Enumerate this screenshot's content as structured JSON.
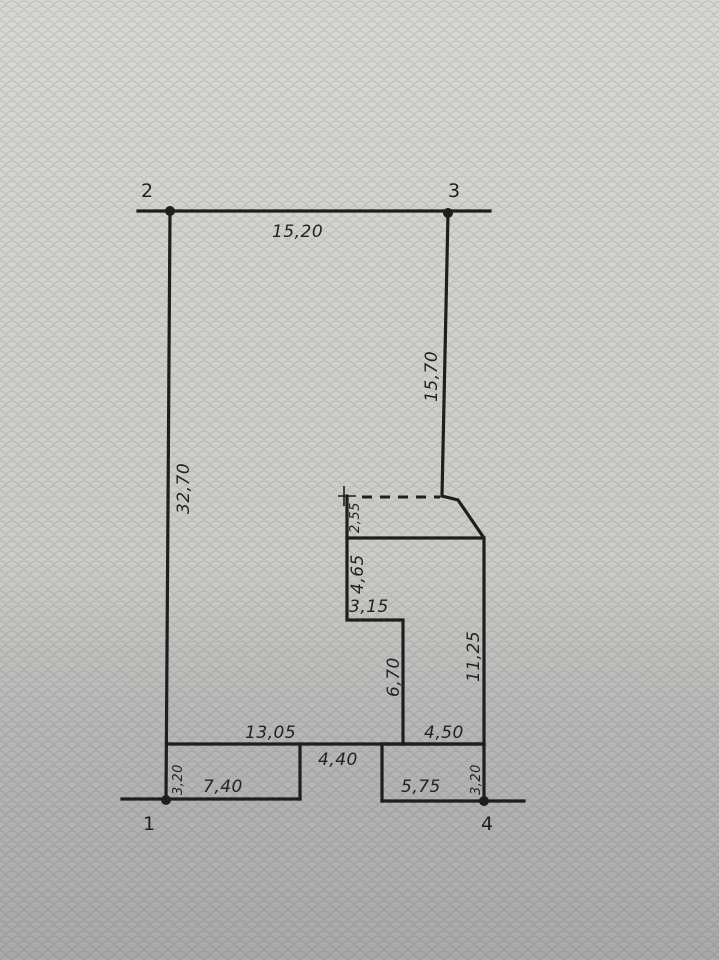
{
  "drawing": {
    "points": [
      "1",
      "2",
      "3",
      "4"
    ],
    "dimensions": {
      "top": "15,20",
      "left": "32,70",
      "right_upper": "15,70",
      "small_offset": "2,55",
      "notch_height": "4,65",
      "notch_width": "3,15",
      "inner_vertical": "6,70",
      "right_lower": "11,25",
      "bottom_left_span": "13,05",
      "bottom_right_span": "4,50",
      "gap": "4,40",
      "bottom_left_height": "3,20",
      "bottom_left_width": "7,40",
      "bottom_right_width": "5,75",
      "bottom_right_height": "3,20"
    }
  }
}
